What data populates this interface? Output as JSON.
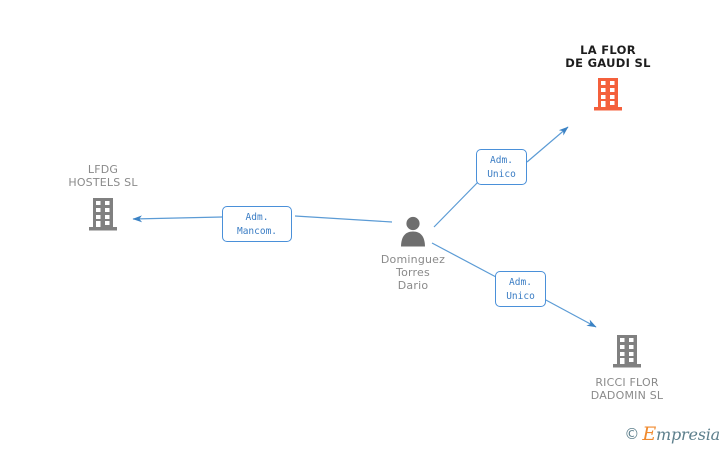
{
  "diagram": {
    "title": "Corporate relationship network diagram",
    "colors": {
      "highlight_orange": "#f4603c",
      "node_gray": "#808080",
      "label_gray": "#8a8a8a",
      "focus_text": "#1d1d1d",
      "edge_blue": "#4a90d9",
      "box_text_blue": "#3b7dc4",
      "background": "#ffffff"
    },
    "nodes": [
      {
        "id": "la-flor-de-gaudi",
        "name": "LA FLOR\nDE GAUDI  SL",
        "icon": "building-icon",
        "type": "company",
        "highlighted": true
      },
      {
        "id": "lfdg-hostels",
        "name": "LFDG\nHOSTELS  SL",
        "icon": "building-icon",
        "type": "company",
        "highlighted": false
      },
      {
        "id": "dominguez-torres-dario",
        "name": "Dominguez\nTorres\nDario",
        "icon": "person-icon",
        "type": "person",
        "highlighted": false
      },
      {
        "id": "ricci-flor-dadomin",
        "name": "RICCI FLOR\nDADOMIN SL",
        "icon": "building-icon",
        "type": "company",
        "highlighted": false
      }
    ],
    "edges": [
      {
        "id": "edge-to-la-flor-de-gaudi",
        "from": "dominguez-torres-dario",
        "to": "la-flor-de-gaudi",
        "label": "Adm.\nUnico"
      },
      {
        "id": "edge-to-lfdg-hostels",
        "from": "dominguez-torres-dario",
        "to": "lfdg-hostels",
        "label": "Adm.\nMancom."
      },
      {
        "id": "edge-to-ricci-flor-dadomin",
        "from": "dominguez-torres-dario",
        "to": "ricci-flor-dadomin",
        "label": "Adm.\nUnico"
      }
    ]
  },
  "watermark": {
    "copyright_symbol": "©",
    "brand_initial": "E",
    "brand_rest": "mpresia"
  }
}
